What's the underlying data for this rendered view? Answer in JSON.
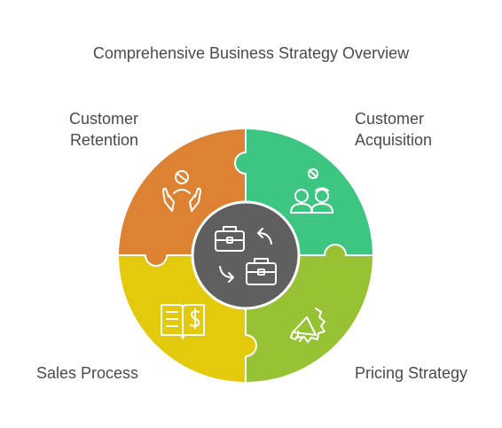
{
  "title": "Comprehensive Business Strategy Overview",
  "segments": [
    {
      "id": "customer-retention",
      "label_lines": [
        "Customer",
        "Retention"
      ],
      "color": "#dd8232",
      "icon": "hands-holding-person-icon"
    },
    {
      "id": "customer-acquisition",
      "label_lines": [
        "Customer",
        "Acquisition"
      ],
      "color": "#3dc582",
      "icon": "two-people-icon"
    },
    {
      "id": "pricing-strategy",
      "label_lines": [
        "Pricing Strategy"
      ],
      "color": "#96c234",
      "icon": "megaphone-badge-icon"
    },
    {
      "id": "sales-process",
      "label_lines": [
        "Sales Process"
      ],
      "color": "#e4ca0c",
      "icon": "book-dollar-icon"
    }
  ],
  "center": {
    "color": "#5f5f5f",
    "icon": "briefcase-cycle-icon"
  }
}
